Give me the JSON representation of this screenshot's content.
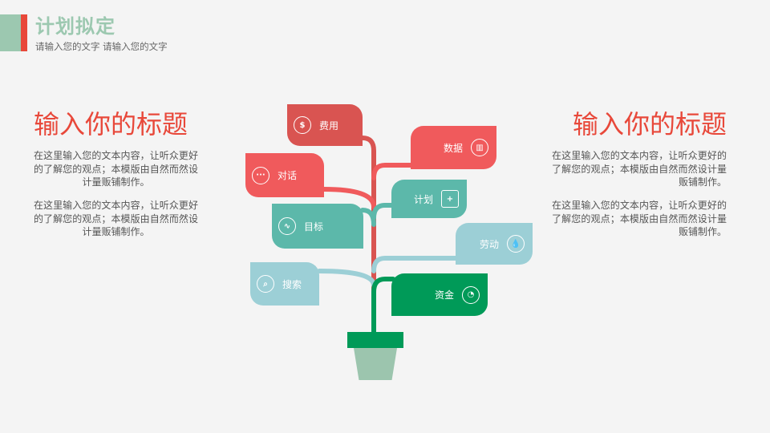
{
  "header": {
    "title": "计划拟定",
    "subtitle": "请输入您的文字 请输入您的文字"
  },
  "left_column": {
    "title": "输入你的标题",
    "paragraphs": [
      "在这里输入您的文本内容，让听众更好的了解您的观点；本模版由自然而然设计量贩铺制作。",
      "在这里输入您的文本内容，让听众更好的了解您的观点；本模版由自然而然设计量贩铺制作。"
    ]
  },
  "right_column": {
    "title": "输入你的标题",
    "paragraphs": [
      "在这里输入您的文本内容，让听众更好的了解您的观点；本模版由自然而然设计量贩铺制作。",
      "在这里输入您的文本内容，让听众更好的了解您的观点；本模版由自然而然设计量贩铺制作。"
    ]
  },
  "tree": {
    "left_leaves": [
      {
        "label": "费用",
        "icon": "dollar-icon",
        "color": "#d95451"
      },
      {
        "label": "对话",
        "icon": "chat-icon",
        "color": "#f05a5c"
      },
      {
        "label": "目标",
        "icon": "trend-icon",
        "color": "#5cb8aa"
      },
      {
        "label": "搜索",
        "icon": "search-icon",
        "color": "#9ccfd6"
      }
    ],
    "right_leaves": [
      {
        "label": "数据",
        "icon": "bar-chart-icon",
        "color": "#f05a5c"
      },
      {
        "label": "计划",
        "icon": "target-icon",
        "color": "#5cb8aa"
      },
      {
        "label": "劳动",
        "icon": "drop-icon",
        "color": "#9ccfd6"
      },
      {
        "label": "资金",
        "icon": "piggy-bank-icon",
        "color": "#009a58"
      }
    ],
    "trunk_color": "#009a58",
    "pot_color": "#9cc5ae"
  },
  "colors": {
    "accent_red": "#e8483a",
    "accent_green": "#9cc8b0"
  }
}
